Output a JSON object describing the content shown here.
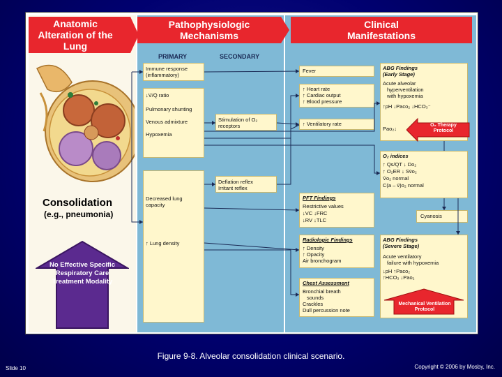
{
  "headers": {
    "left": "Anatomic Alteration of the Lung",
    "middle": "Pathophysiologic Mechanisms",
    "right": "Clinical Manifestations"
  },
  "subheaders": {
    "primary": "PRIMARY",
    "secondary": "SECONDARY"
  },
  "left": {
    "consolidation_title": "Consolidation",
    "consolidation_sub": "(e.g., pneumonia)",
    "arrow_text": "No Effective Specific Respiratory Care Treatment Modality"
  },
  "primary": {
    "immune": "Immune response (inflammatory)",
    "vq": "↓V̇/Q̇ ratio",
    "shunting": "Pulmonary shunting",
    "venous": "Venous admixture",
    "hypox": "Hypoxemia",
    "decreased": "Decreased lung capacity",
    "density": "↑ Lung density"
  },
  "secondary": {
    "stim": "Stimulation of O₂ receptors",
    "deflation": "Deflation reflex Irritant reflex"
  },
  "clinical": {
    "fever": "Fever",
    "heart1": "↑ Heart rate",
    "heart2": "↑ Cardiac output",
    "heart3": "↑ Blood pressure",
    "vent": "↑ Ventilatory rate",
    "cyanosis": "Cyanosis"
  },
  "abg_early": {
    "title": "ABG Findings (Early Stage)",
    "line1": "Acute alveolar",
    "line2": "hyperventilation",
    "line3": "with hypoxemia",
    "values": "↑pH ↓Paco₂ ↓HCO₃⁻",
    "pao2": "Pao₂↓",
    "o2_arrow": "O₂ Therapy Protocol"
  },
  "o2_indices": {
    "title": "O₂ indices",
    "l1": "↑ Qs/QT  ↓ Do₂",
    "l2": "↑ O₂ER  ↓ Sv̄o₂",
    "l3": "V̇o₂ normal",
    "l4": "C(a – v̄)o₂ normal"
  },
  "pft": {
    "title": "PFT Findings",
    "l1": "Restrictive values",
    "l2": "↓VC    ↓FRC",
    "l3": "↓RV    ↓TLC"
  },
  "radio": {
    "title": "Radiologic Findings",
    "l1": "↑ Density",
    "l2": "↑ Opacity",
    "l3": "Air bronchogram"
  },
  "abg_severe": {
    "title": "ABG Findings (Severe Stage)",
    "l1": "Acute ventilatory",
    "l2": "failure with hypoxemia",
    "l3": "↓pH    ↑Paco₂",
    "l4": "↑HCO₃  ↓Pao₂",
    "arrow": "Mechanical Ventilation Protocol"
  },
  "chest": {
    "title": "Chest Assessment",
    "l1": "Bronchial breath",
    "l2": "sounds",
    "l3": "Crackles",
    "l4": "Dull percussion note"
  },
  "caption": "Figure 9-8. Alveolar consolidation clinical scenario.",
  "slide_num": "Slide 10",
  "copyright": "Copyright © 2006 by Mosby, Inc."
}
